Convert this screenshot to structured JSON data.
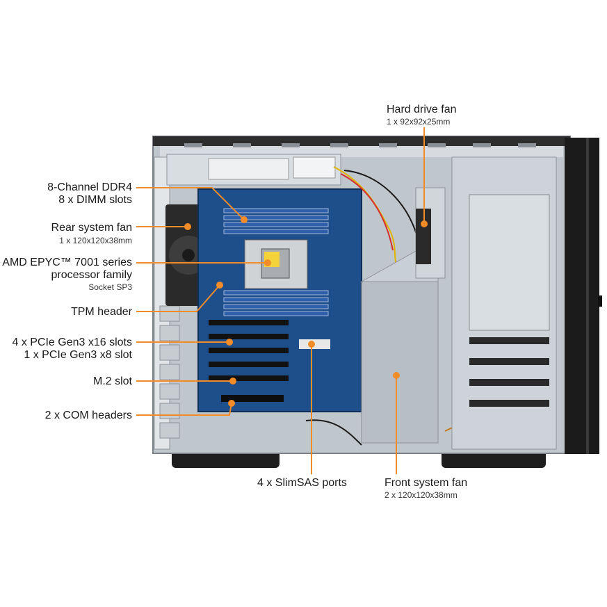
{
  "colors": {
    "callout": "#f28c28",
    "chassis_frame": "#2b2b2b",
    "chassis_panel": "#c9cfd4",
    "board": "#1f4f8a",
    "dimm": "#2f5fa8",
    "text": "#1a1a1a"
  },
  "callouts": {
    "hdd_fan": {
      "title": "Hard drive fan",
      "sub": "1 x 92x92x25mm"
    },
    "ddr4": {
      "line1": "8-Channel DDR4",
      "line2": "8 x DIMM slots"
    },
    "rear_fan": {
      "title": "Rear system fan",
      "sub": "1 x 120x120x38mm"
    },
    "cpu": {
      "line1": "AMD EPYC™ 7001 series",
      "line2": "processor family",
      "sub": "Socket SP3"
    },
    "tpm": {
      "title": "TPM header"
    },
    "pcie": {
      "line1": "4 x PCIe Gen3 x16 slots",
      "line2": "1 x PCIe Gen3 x8  slot"
    },
    "m2": {
      "title": "M.2 slot"
    },
    "com": {
      "title": "2 x COM headers"
    },
    "slimsas": {
      "title": "4 x SlimSAS ports"
    },
    "front_fan": {
      "title": "Front system fan",
      "sub": "2 x 120x120x38mm"
    }
  },
  "icons": [
    "chassis-illustration",
    "motherboard-illustration",
    "fan-illustration",
    "callout-dot-marker"
  ]
}
